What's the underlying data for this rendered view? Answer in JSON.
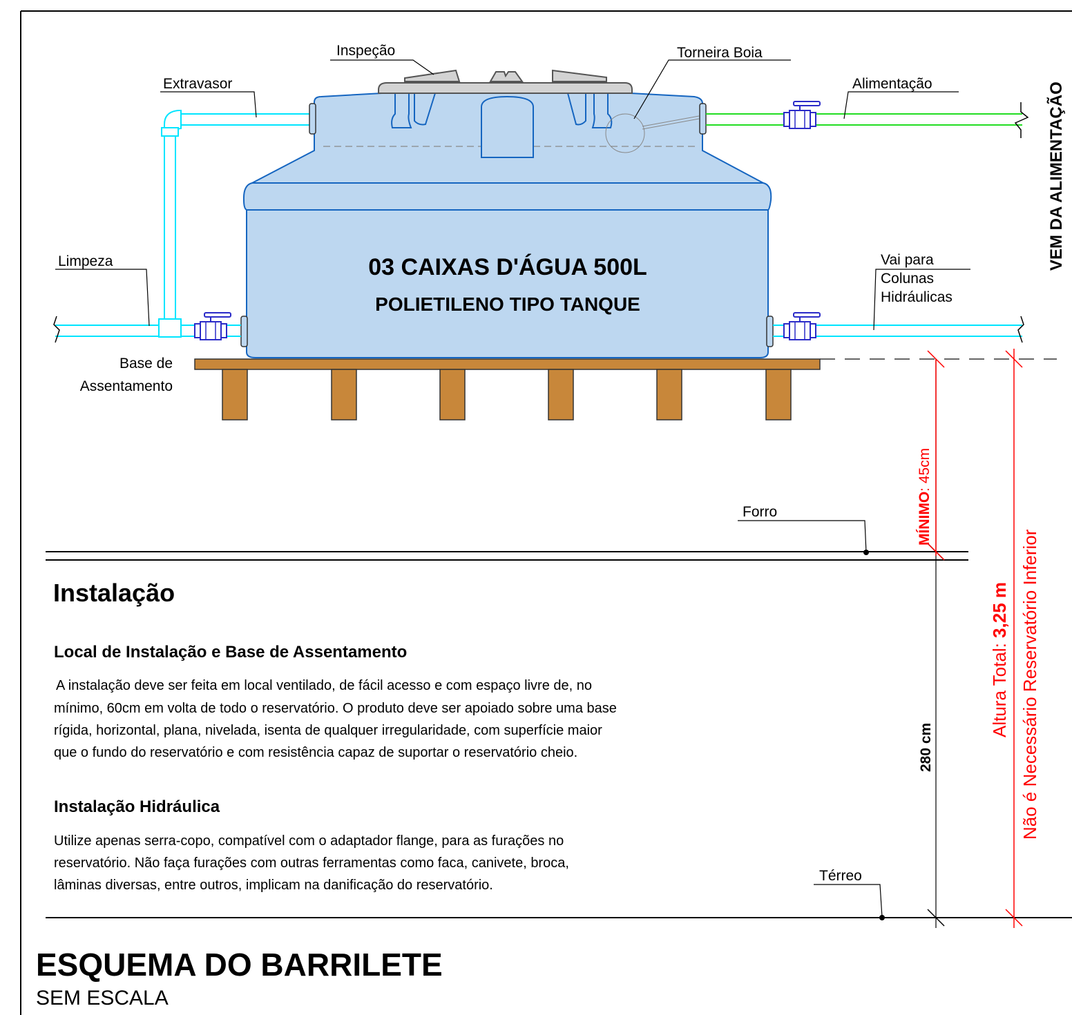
{
  "labels": {
    "inspecao": "Inspeção",
    "torneira_boia": "Torneira Boia",
    "extravasor": "Extravasor",
    "alimentacao": "Alimentação",
    "vem_da_alimentacao": "VEM DA ALIMENTAÇÃO",
    "limpeza": "Limpeza",
    "vai_para_1": "Vai para",
    "vai_para_2": "Colunas",
    "vai_para_3": "Hidráulicas",
    "base_1": "Base de",
    "base_2": "Assentamento",
    "forro": "Forro",
    "terreo": "Térreo"
  },
  "tank": {
    "title": "03 CAIXAS D'ÁGUA 500L",
    "subtitle": "POLIETILENO TIPO TANQUE"
  },
  "dimensions": {
    "minimo_bold": "MÍNIMO",
    "minimo_value": ": 45cm",
    "height_280": "280 cm",
    "altura_total_prefix": "Altura Total: ",
    "altura_total_value": "3,25 m",
    "nao_necessario": "Não é Necessário Reservatório Inferior"
  },
  "text": {
    "heading": "Instalação",
    "section1_title": "Local de Instalação e Base de Assentamento",
    "section1_lines": [
      "A instalação deve ser feita em local ventilado, de fácil acesso e com espaço livre de, no",
      "mínimo, 60cm em volta de todo o reservatório. O produto deve ser apoiado sobre uma base",
      "rígida, horizontal, plana, nivelada, isenta de qualquer irregularidade, com superfície maior",
      "que o fundo do reservatório e com resistência capaz de suportar o reservatório cheio."
    ],
    "section2_title": "Instalação Hidráulica",
    "section2_lines": [
      "Utilize apenas serra-copo, compatível com o adaptador flange, para as furações no",
      "reservatório. Não faça furações com outras ferramentas como faca, canivete, broca,",
      "lâminas diversas, entre outros, implicam na danificação do reservatório."
    ]
  },
  "footer": {
    "title": "ESQUEMA DO BARRILETE",
    "subtitle": "SEM ESCALA"
  },
  "colors": {
    "tank_fill": "#bdd7f0",
    "tank_stroke": "#1565c0",
    "lid_fill": "#d3d3d3",
    "cyan_pipe": "#00e5ff",
    "green_pipe": "#22dd22",
    "wood": "#c8873a",
    "dimension_red": "#ff0000",
    "valve_blue": "#2a2ac8"
  }
}
